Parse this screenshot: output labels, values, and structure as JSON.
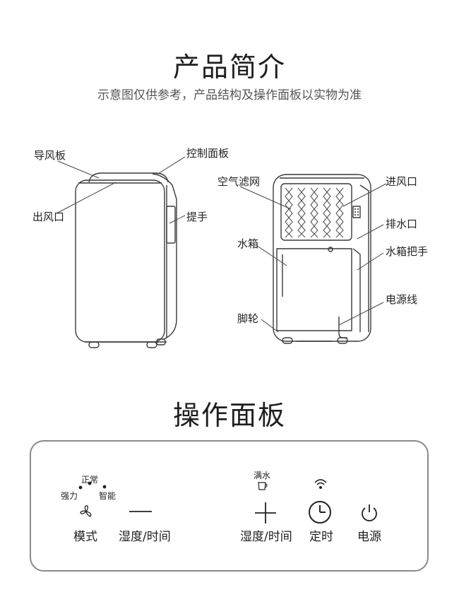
{
  "intro": {
    "title": "产品简介",
    "subtitle": "示意图仅供参考，产品结构及操作面板以实物为准"
  },
  "front_view": {
    "labels": {
      "guide_plate": "导风板",
      "outlet": "出风口",
      "control_panel": "控制面板",
      "handle": "提手"
    }
  },
  "back_view": {
    "labels": {
      "air_filter": "空气滤网",
      "water_tank": "水箱",
      "caster": "脚轮",
      "inlet": "进风口",
      "drain": "排水口",
      "tank_handle": "水箱把手",
      "power_cord": "电源线"
    }
  },
  "panel": {
    "title": "操作面板",
    "mode_levels": {
      "normal": "正常",
      "strong": "强力",
      "smart": "智能"
    },
    "mode_label": "模式",
    "minus_label": "湿度/时间",
    "full_water_label": "满水",
    "plus_label": "湿度/时间",
    "timer_label": "定时",
    "power_label": "电源",
    "icons": [
      "fan-icon",
      "minus-icon",
      "cup-icon",
      "plus-icon",
      "wifi-icon",
      "clock-icon",
      "power-icon"
    ]
  }
}
